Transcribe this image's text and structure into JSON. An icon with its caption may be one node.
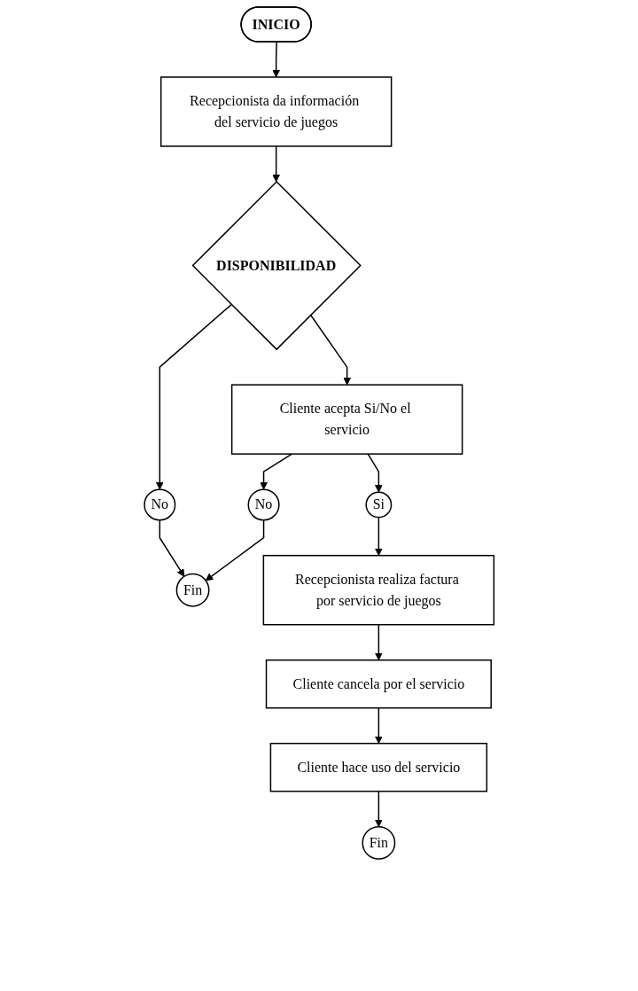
{
  "diagram": {
    "nodes": [
      {
        "text": [
          "INICIO"
        ]
      },
      {
        "text": [
          "Recepcionista da información del servicio de juegos"
        ]
      },
      {
        "text": [
          "DISPONIBILIDAD"
        ]
      },
      {
        "text": [
          "No"
        ]
      },
      {
        "text": [
          "Fin"
        ]
      },
      {
        "text": [
          "Cliente acepta Si/No el servicio"
        ]
      },
      {
        "text": [
          "Si"
        ]
      },
      {
        "text": [
          "No"
        ]
      },
      {
        "text": [
          "Recepcionista realiza factura por servicio de juegos"
        ]
      },
      {
        "text": [
          "Cliente cancela por el servicio"
        ]
      },
      {
        "text": [
          "Cliente hace uso del servicio"
        ]
      },
      {
        "text": [
          "Fin"
        ]
      }
    ],
    "edges": [
      {
        "from": 0,
        "to": 1,
        "arrow": "to"
      },
      {
        "from": 1,
        "to": 2,
        "arrow": "to"
      },
      {
        "from": 2,
        "to": 3,
        "arrow": "to"
      },
      {
        "from": 3,
        "to": 4,
        "arrow": "to"
      },
      {
        "from": 2,
        "to": 5,
        "arrow": "to"
      },
      {
        "from": 5,
        "to": 6,
        "arrow": "to"
      },
      {
        "from": 5,
        "to": 7,
        "arrow": "to"
      },
      {
        "from": 7,
        "to": 4,
        "arrow": "to"
      },
      {
        "from": 6,
        "to": 8,
        "arrow": "to"
      },
      {
        "from": 8,
        "to": 9,
        "arrow": "to"
      },
      {
        "from": 9,
        "to": 10,
        "arrow": "to"
      },
      {
        "from": 10,
        "to": 11,
        "arrow": "to"
      }
    ]
  }
}
